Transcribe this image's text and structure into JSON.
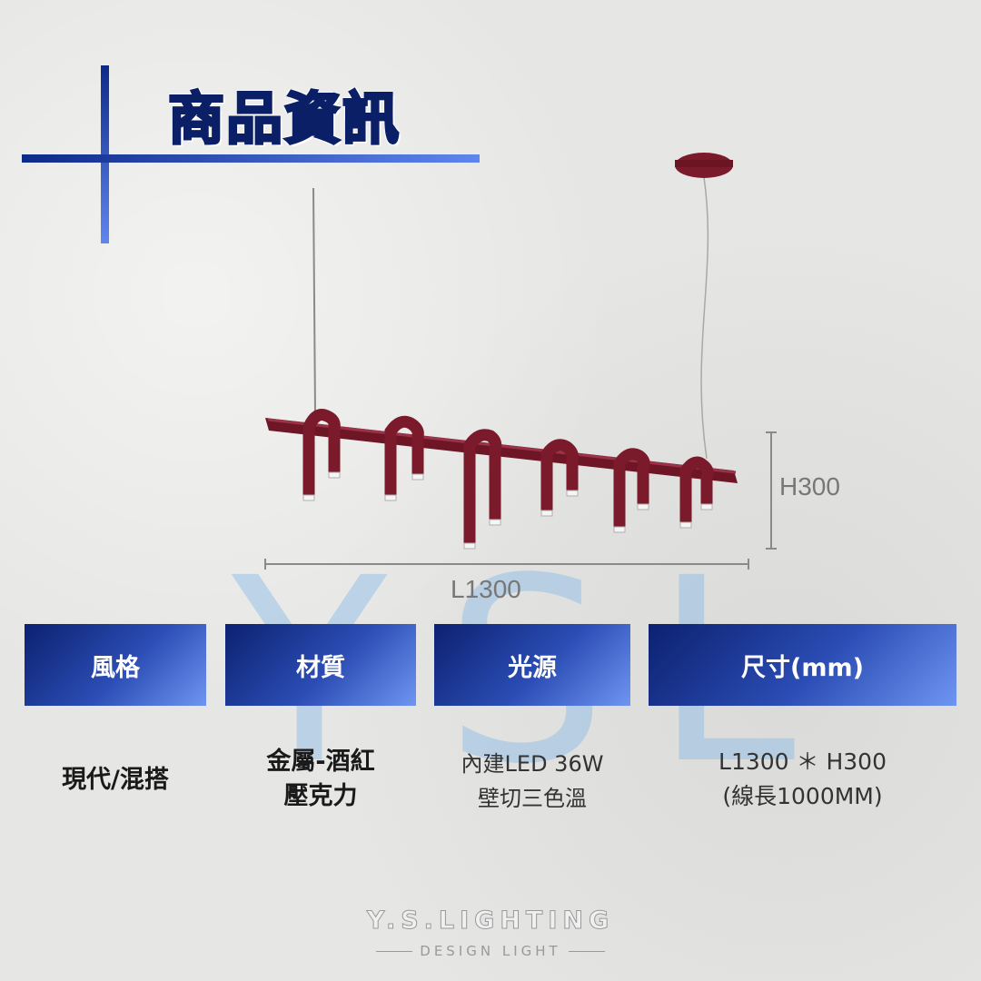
{
  "title": "商品資訊",
  "watermark": {
    "letters": [
      "Y",
      "S",
      "L"
    ]
  },
  "dimensions": {
    "height_label": "H300",
    "length_label": "L1300"
  },
  "colors": {
    "header_dark": "#0c2170",
    "header_light": "#6f95f2",
    "lamp": "#7a1a2b",
    "title_blue": "#1b53c9"
  },
  "specs": {
    "style": {
      "label": "風格",
      "value": "現代/混搭"
    },
    "material": {
      "label": "材質",
      "value_line1": "金屬-酒紅",
      "value_line2": "壓克力"
    },
    "light": {
      "label": "光源",
      "value_line1": "內建LED 36W",
      "value_line2": "壁切三色溫"
    },
    "size": {
      "label": "尺寸(mm)",
      "value_line1": "L1300 ＊ H300",
      "value_line2": "(線長1000MM)"
    }
  },
  "logo": {
    "main": "Y.S.LIGHTING",
    "sub": "DESIGN LIGHT"
  }
}
